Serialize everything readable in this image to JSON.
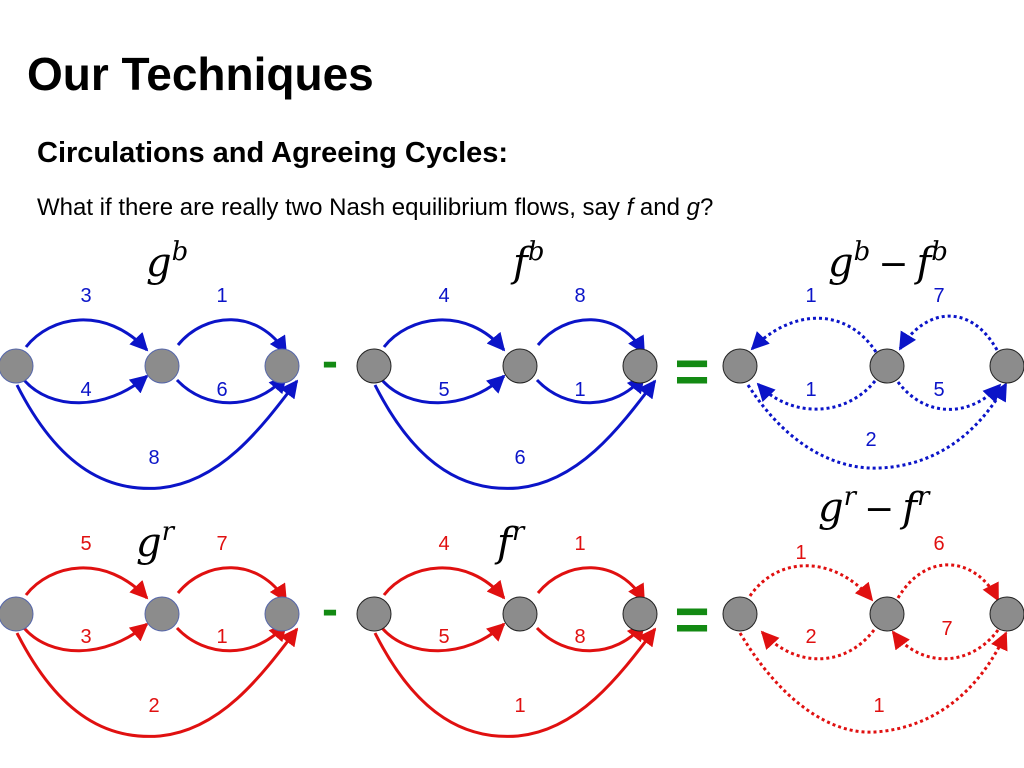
{
  "slide": {
    "title": "Our Techniques",
    "heading": "Circulations and Agreeing Cycles:",
    "question": {
      "prefix": "What if there are really two Nash equilibrium flows, say ",
      "var_f": "f",
      "and": " and ",
      "var_g": "g",
      "suffix": "?"
    }
  },
  "colors": {
    "blue": "#0b14c8",
    "red": "#e01010",
    "green": "#138a13",
    "node_fill": "#8c8c8c",
    "node_stroke": "#555555"
  },
  "panels": {
    "gb": {
      "label_base": "g",
      "label_sup": "b",
      "edges": {
        "top_left": "3",
        "top_right": "1",
        "bottom_left": "4",
        "bottom_right": "6",
        "long": "8"
      }
    },
    "fb": {
      "label_base": "f",
      "label_sup": "b",
      "edges": {
        "top_left": "4",
        "top_right": "8",
        "bottom_left": "5",
        "bottom_right": "1",
        "long": "6"
      }
    },
    "db": {
      "label_a_base": "g",
      "label_a_sup": "b",
      "label_op": "−",
      "label_b_base": "f",
      "label_b_sup": "b",
      "edges": {
        "top_left": "1",
        "top_right": "7",
        "bottom_left": "1",
        "bottom_right": "5",
        "long": "2"
      }
    },
    "gr": {
      "label_base": "g",
      "label_sup": "r",
      "edges": {
        "top_left": "5",
        "top_right": "7",
        "bottom_left": "3",
        "bottom_right": "1",
        "long": "2"
      }
    },
    "fr": {
      "label_base": "f",
      "label_sup": "r",
      "edges": {
        "top_left": "4",
        "top_right": "1",
        "bottom_left": "5",
        "bottom_right": "8",
        "long": "1"
      }
    },
    "dr": {
      "label_a_base": "g",
      "label_a_sup": "r",
      "label_op": "−",
      "label_b_base": "f",
      "label_b_sup": "r",
      "edges": {
        "top_left": "1",
        "top_right": "6",
        "bottom_left": "2",
        "bottom_right": "7",
        "long": "1"
      }
    }
  },
  "operators": {
    "minus": "-",
    "equals": "="
  }
}
